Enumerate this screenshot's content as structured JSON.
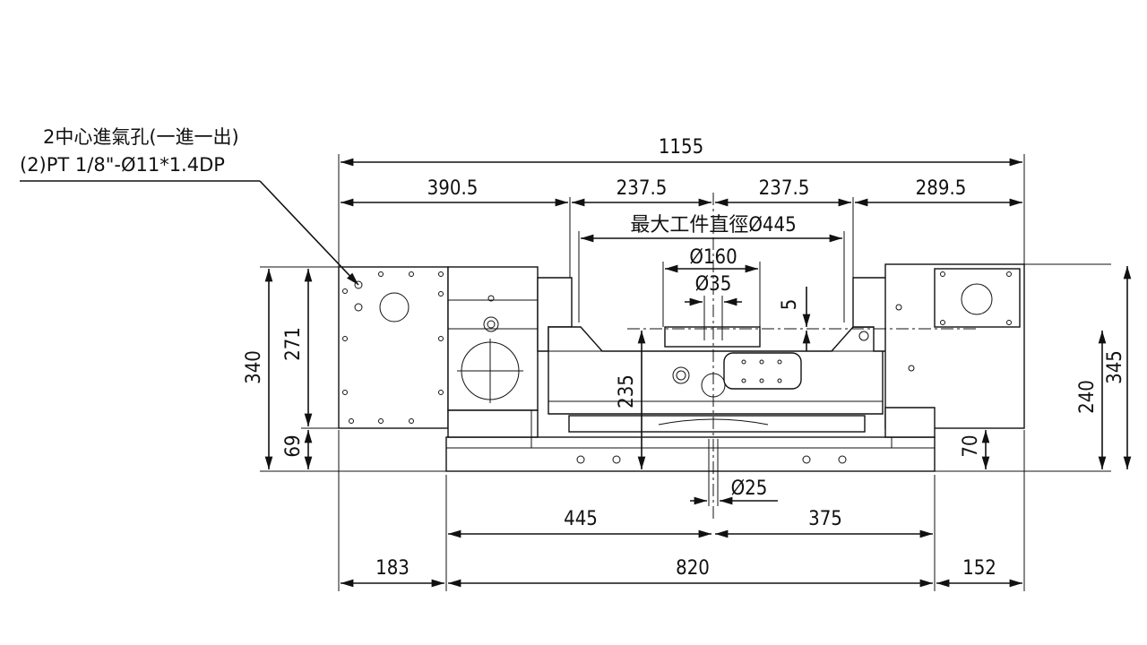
{
  "note": {
    "line1": "2中心進氣孔(一進一出)",
    "line2": "(2)PT 1/8\"-Ø11*1.4DP"
  },
  "dimensions": {
    "overall_width": "1155",
    "left_section": "390.5",
    "center_left": "237.5",
    "center_right": "237.5",
    "right_section": "289.5",
    "max_workpiece": "最大工件直徑Ø445",
    "table_dia": "Ø160",
    "bore_dia": "Ø35",
    "offset": "5",
    "left_total_height": "340",
    "left_upper_height": "271",
    "left_lower_height": "69",
    "center_height": "235",
    "base_left": "445",
    "base_right": "375",
    "shaft_dia": "Ø25",
    "foot_left": "183",
    "base_total": "820",
    "foot_right": "152",
    "right_height": "240",
    "right_lower_height": "70",
    "right_total_height": "345"
  }
}
